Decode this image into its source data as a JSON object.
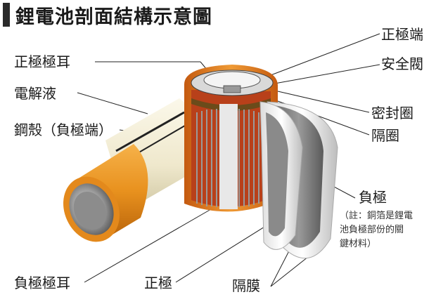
{
  "title": "鋰電池剖面結構示意圖",
  "labels": {
    "positive_tab": "正極極耳",
    "electrolyte": "電解液",
    "steel_case": "鋼殼（負極端）",
    "negative_tab": "負極極耳",
    "positive_terminal": "正極端",
    "safety_valve": "安全閥",
    "seal_ring": "密封圈",
    "spacer_ring": "隔圈",
    "negative_electrode": "負極",
    "positive_electrode": "正極",
    "separator": "隔膜"
  },
  "note": {
    "line1": "（註：銅箔是鋰電",
    "line2": "池負極部份的關",
    "line3": "鍵材料）"
  },
  "colors": {
    "case_orange": "#e8911e",
    "electrolyte_cream": "#f2eed8",
    "electrode_gray": "#8a8a8a",
    "inner_red": "#b8401a"
  }
}
